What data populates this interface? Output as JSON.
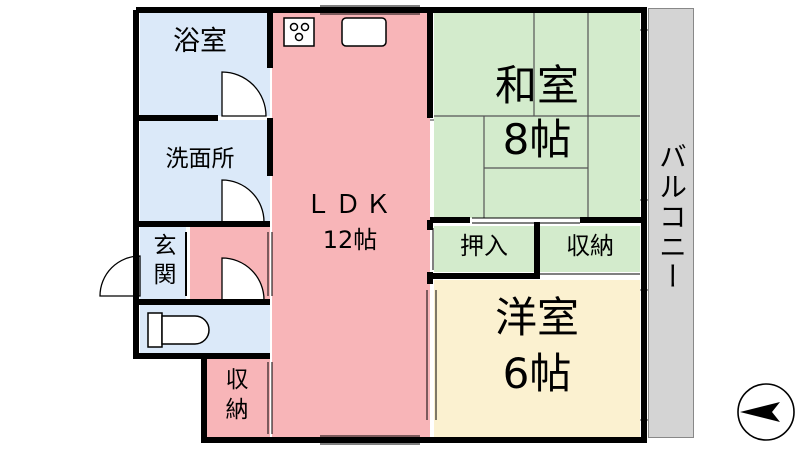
{
  "rooms": {
    "bath": "浴室",
    "washroom": "洗面所",
    "entrance_line1": "玄",
    "entrance_line2": "関",
    "ldk_name": "ＬＤＫ",
    "ldk_size": "12帖",
    "washitsu_name": "和室",
    "washitsu_size": "8帖",
    "oshiire": "押入",
    "storage_mid": "収納",
    "yoshitsu_name": "洋室",
    "yoshitsu_size": "6帖",
    "storage_small_line1": "収",
    "storage_small_line2": "納",
    "balcony": "バルコニー"
  },
  "colors": {
    "wet_area": "#dbe9f9",
    "ldk": "#f8b5b8",
    "tatami": "#d3ebcc",
    "western": "#fbf1d0",
    "balcony": "#d4d4d4",
    "wall": "#000000"
  },
  "compass": {
    "icon": "north-arrow-icon",
    "points_to": "west"
  }
}
